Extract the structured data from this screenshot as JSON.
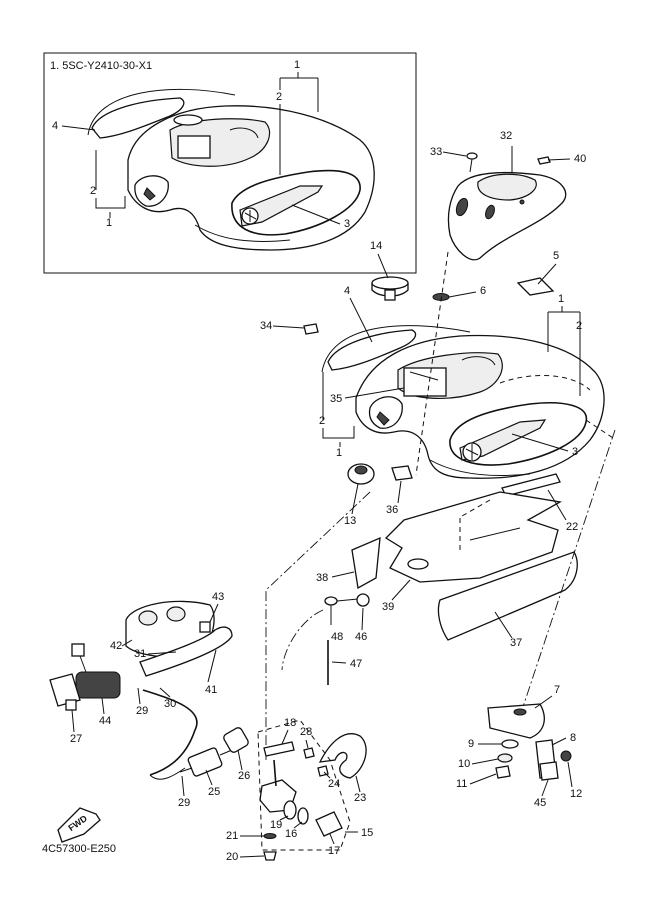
{
  "inset_title": "1. 5SC-Y2410-30-X1",
  "footer_code": "4C57300-E250",
  "fwd_label": "FWD",
  "callouts": {
    "inset": [
      "1",
      "2",
      "4",
      "2",
      "1",
      "3"
    ],
    "main": [
      "32",
      "33",
      "40",
      "14",
      "5",
      "6",
      "4",
      "1",
      "2",
      "34",
      "35",
      "2",
      "1",
      "3",
      "13",
      "36",
      "22",
      "38",
      "39",
      "37",
      "43",
      "42",
      "31",
      "41",
      "48",
      "46",
      "47",
      "44",
      "29",
      "30",
      "27",
      "7",
      "18",
      "28",
      "9",
      "8",
      "26",
      "24",
      "10",
      "25",
      "11",
      "12",
      "45",
      "23",
      "29",
      "19",
      "16",
      "15",
      "21",
      "17",
      "20"
    ]
  }
}
